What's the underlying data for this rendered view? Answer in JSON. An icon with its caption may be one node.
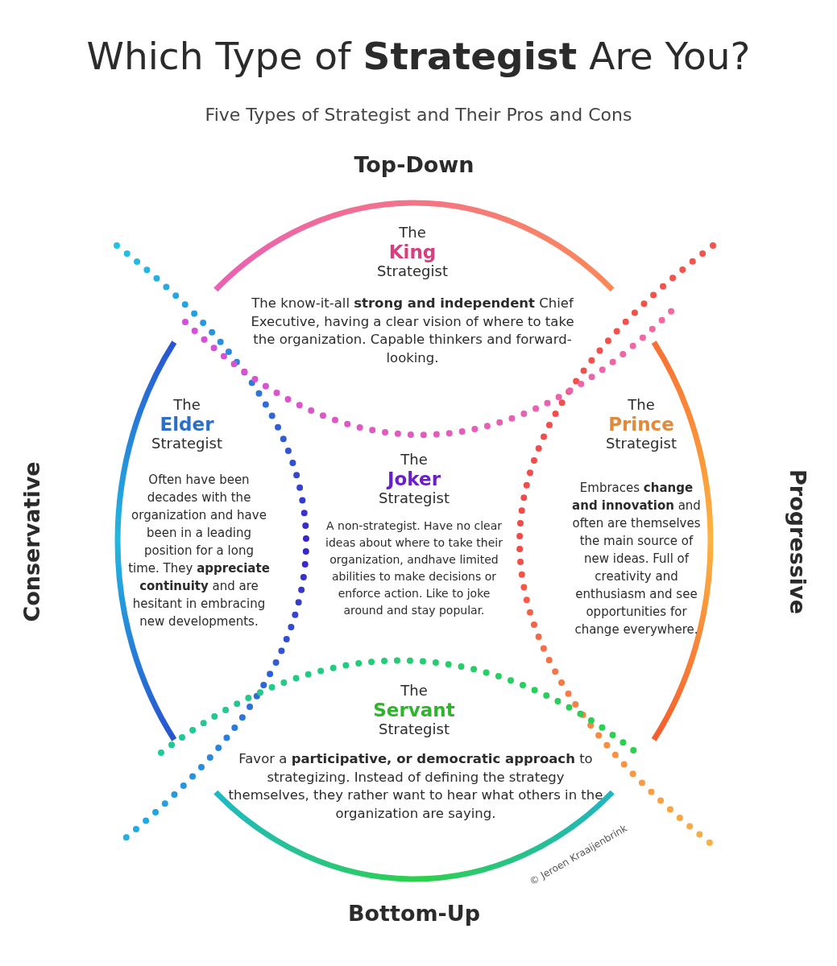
{
  "diagram": {
    "title": "Which Type of **Strategist** Are You?",
    "caption": "Five Types of Strategist and Their Pros and Cons",
    "labels": [
      "Top-Down",
      "The",
      "King",
      "Strategist",
      "The know-it-all **strong and independent** Chief Executive, having a clear vision of where to take the organization. Capable thinkers and forward-looking.",
      "The",
      "Elder",
      "Strategist",
      "Often have been decades with the organization and have been in a leading position for a long time. They **appreciate continuity** and are hesitant in embracing new developments.",
      "The",
      "Prince",
      "Strategist",
      "Embraces **change and innovation** and often are themselves the main source of new ideas. Full of creativity and enthusiasm and see opportunities for change everywhere.",
      "The",
      "Joker",
      "Strategist",
      "A non-strategist. Have no clear ideas about where to take their organization, andhave limited abilities to make decisions or enforce action. Like to joke around and stay popular.",
      "Conservative",
      "Progressive",
      "The",
      "Servant",
      "Strategist",
      "Favor a **participative, or democratic approach** to strategizing. Instead of defining the strategy themselves, they rather want to hear what others in the organization are saying.",
      "© Jeroen Kraaijenbrink",
      "Bottom-Up"
    ]
  }
}
